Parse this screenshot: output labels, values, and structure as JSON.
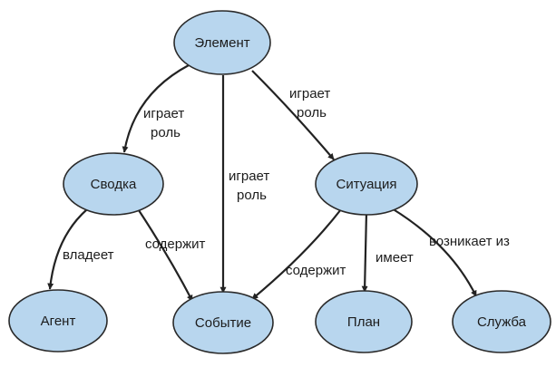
{
  "nodes": {
    "element": "Элемент",
    "summary": "Сводка",
    "situation": "Ситуация",
    "agent": "Агент",
    "event": "Событие",
    "plan": "План",
    "service": "Служба"
  },
  "edges": {
    "element_summary": [
      "играет",
      "роль"
    ],
    "element_event": [
      "играет",
      "роль"
    ],
    "element_situation": [
      "играет",
      "роль"
    ],
    "summary_agent": "владеет",
    "summary_event": "содержит",
    "situation_event": "содержит",
    "situation_plan": "имеет",
    "situation_service": "возникает из"
  },
  "colors": {
    "node_fill": "#b8d6ee",
    "node_stroke": "#2a2a2a",
    "edge": "#222222"
  }
}
